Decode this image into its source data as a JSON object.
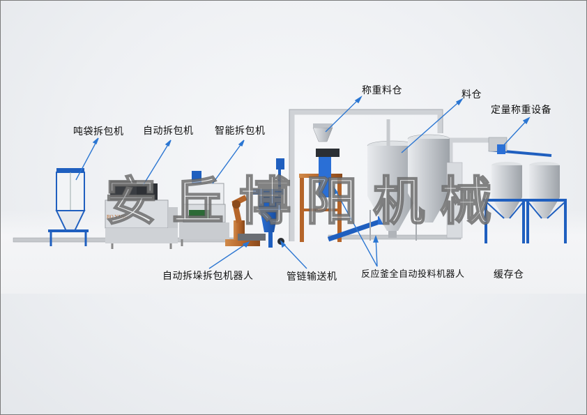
{
  "labels": {
    "ton_bag_unpacker": "吨袋拆包机",
    "auto_unpacker": "自动拆包机",
    "smart_unpacker": "智能拆包机",
    "weighing_silo": "称重料仓",
    "material_silo": "料仓",
    "quant_weighing": "定量称重设备",
    "robot_unstack": "自动拆垛拆包机器人",
    "chain_conveyor": "管链输送机",
    "reactor_robot": "反应釜全自动投料机器人",
    "buffer_silo": "缓存仓"
  },
  "watermark": "安丘博阳机械",
  "brand_mark": "BO YANG",
  "colors": {
    "equipment_blue": "#1f5fbf",
    "steel": "#c9ccd0",
    "copper": "#b5652a"
  }
}
